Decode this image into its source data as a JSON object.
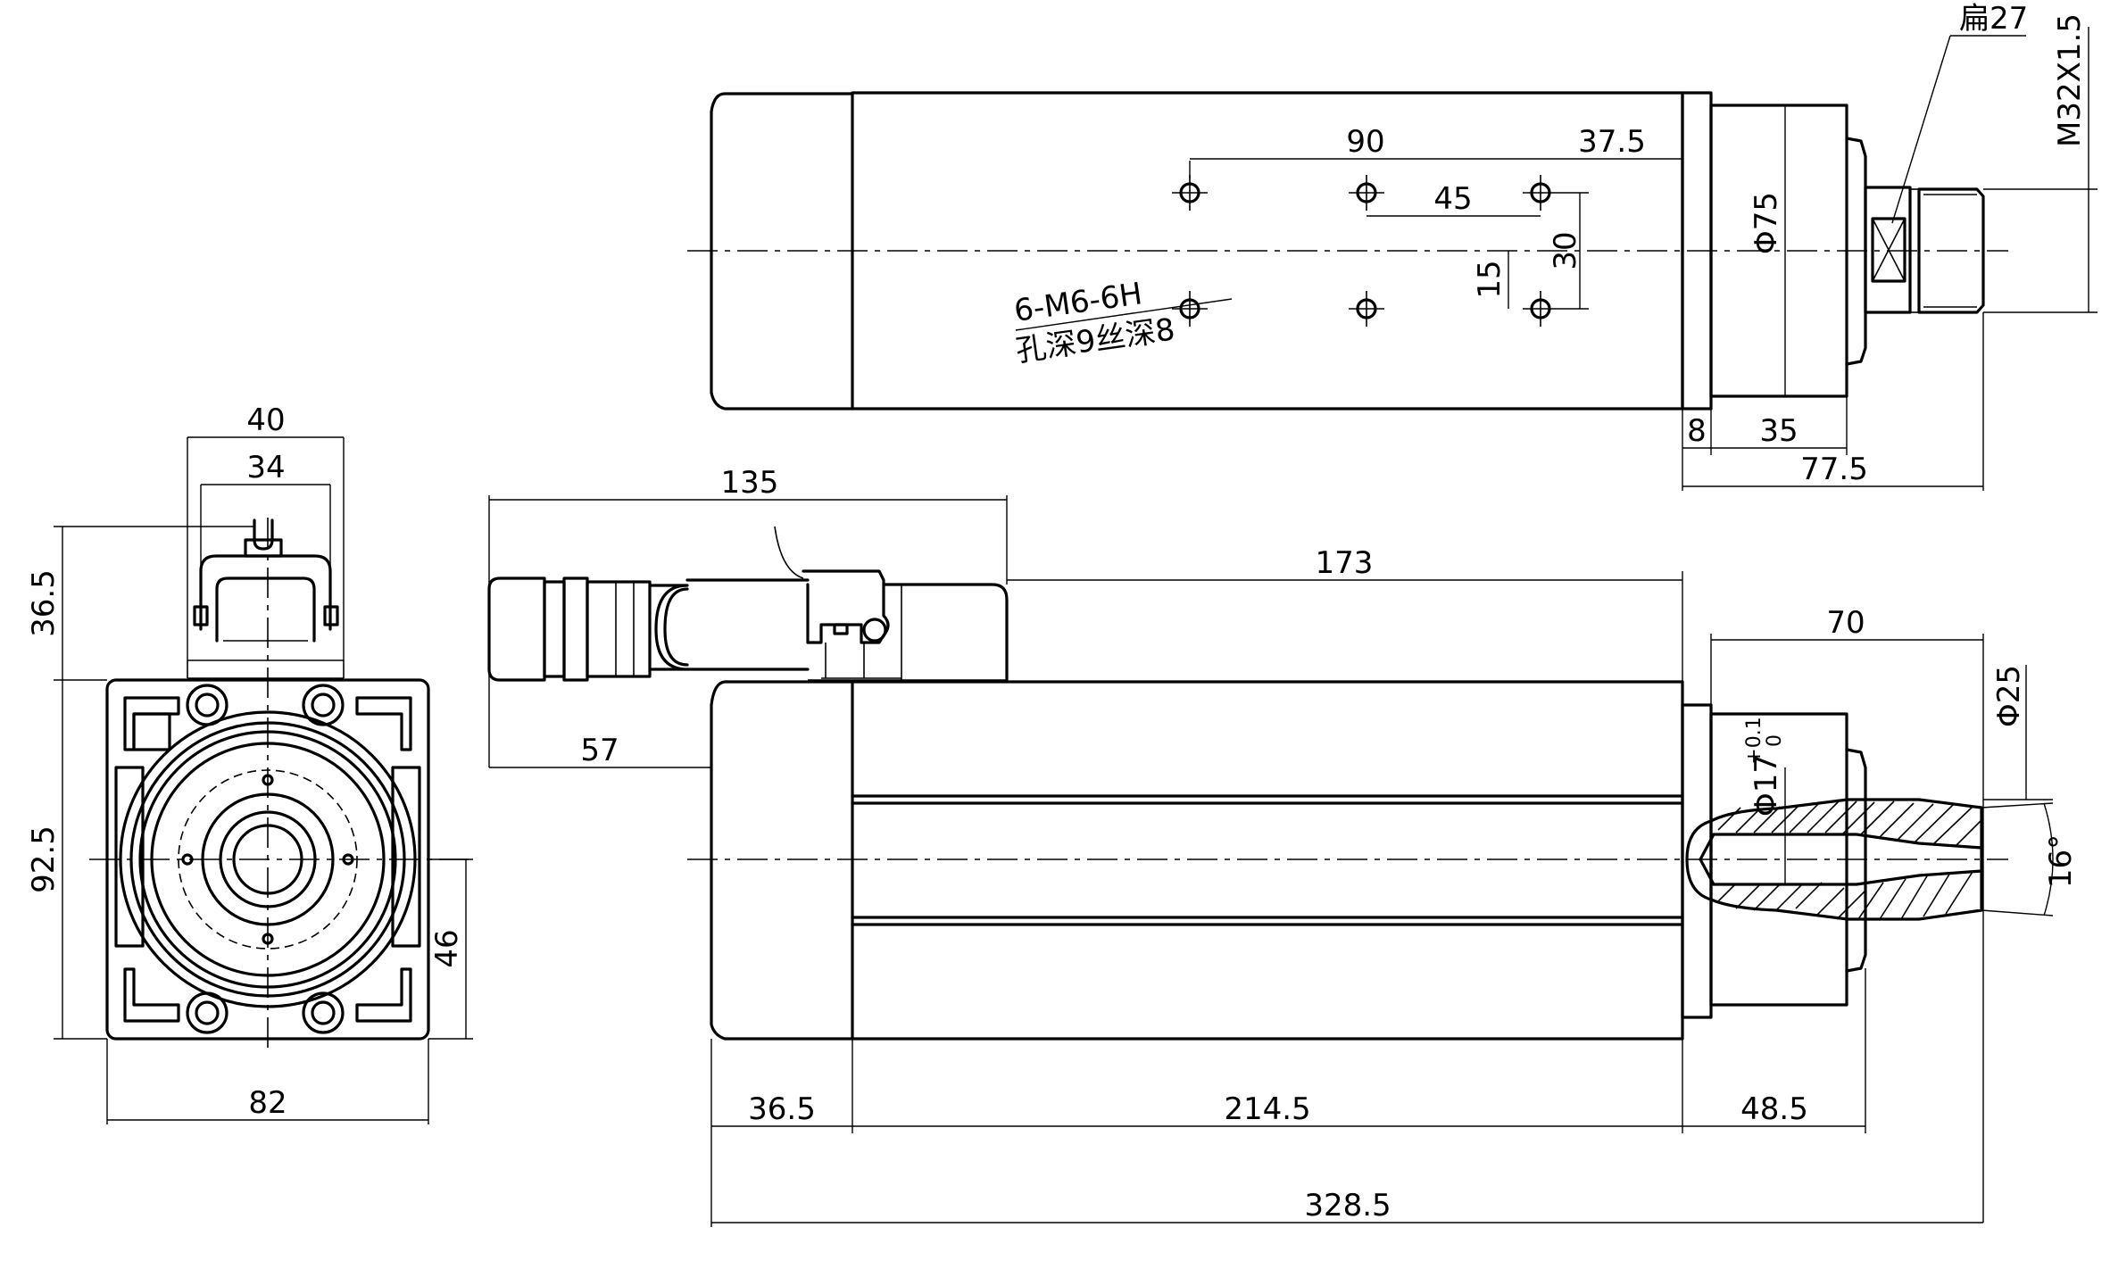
{
  "dimensions": {
    "d40": "40",
    "d34": "34",
    "d36_5_front": "36.5",
    "d92_5": "92.5",
    "d46": "46",
    "d82": "82",
    "d135": "135",
    "d57": "57",
    "d173": "173",
    "d70": "70",
    "d25": "Φ25",
    "d16deg": "16°",
    "d17": "Φ17",
    "d17_tol_upper": "+0.1",
    "d17_tol_lower": "0",
    "d36_5": "36.5",
    "d214_5": "214.5",
    "d48_5": "48.5",
    "d328_5": "328.5",
    "d90": "90",
    "d37_5": "37.5",
    "d45": "45",
    "d30": "30",
    "d15": "15",
    "d75": "Φ75",
    "d8": "8",
    "d35": "35",
    "d77_5": "77.5",
    "flat": "扁27",
    "thread": "M32X1.5"
  },
  "notes": {
    "hole_spec": "6-M6-6H",
    "hole_depth": "孔深9丝深8"
  }
}
